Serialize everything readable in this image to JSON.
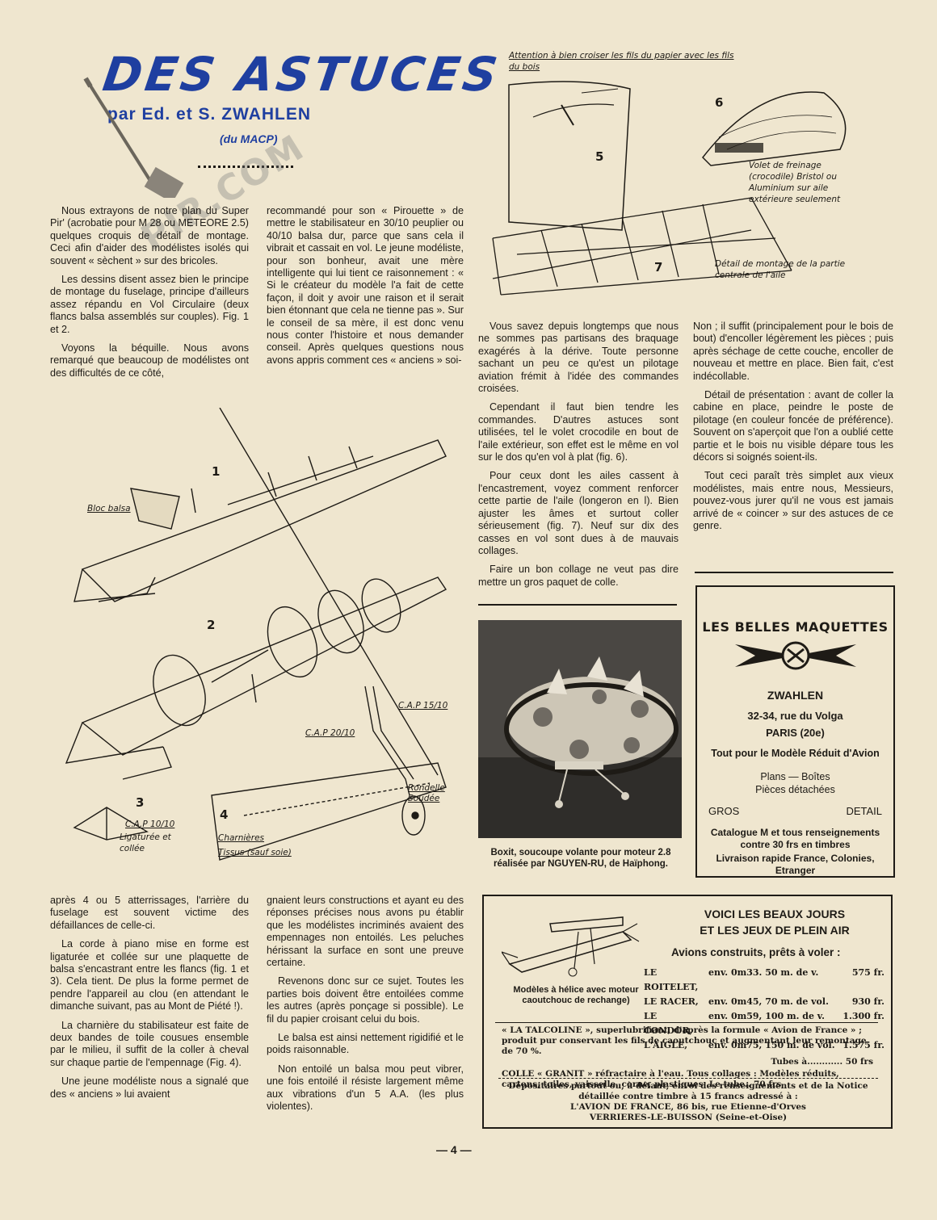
{
  "article": {
    "title": "DES ASTUCES",
    "byline": "par Ed. et S. ZWAHLEN",
    "affiliation": "(du MACP)"
  },
  "col1_top": [
    "Nous extrayons de notre plan du Super Pir' (acrobatie pour M 28 ou METEORE 2.5) quelques croquis de détail de montage. Ceci afin d'aider des modélistes isolés qui souvent « sèchent » sur des bricoles.",
    "Les dessins disent assez bien le principe de montage du fuselage, principe d'ailleurs assez répandu en Vol Circulaire (deux flancs balsa assemblés sur couples). Fig. 1 et 2.",
    "Voyons la béquille. Nous avons remarqué que beaucoup de modélistes ont des difficultés de ce côté,"
  ],
  "col2_top": [
    "recommandé pour son « Pirouette » de mettre le stabilisateur en 30/10 peuplier ou 40/10 balsa dur, parce que sans cela il vibrait et cassait en vol. Le jeune modéliste, pour son bonheur, avait une mère intelligente qui lui tient ce raisonnement : « Si le créateur du modèle l'a fait de cette façon, il doit y avoir une raison et il serait bien étonnant que cela ne tienne pas ». Sur le conseil de sa mère, il est donc venu nous conter l'histoire et nous demander conseil. Après quelques questions nous avons appris comment ces « anciens » soi-"
  ],
  "col3": [
    "Vous savez depuis longtemps que nous ne sommes pas partisans des braquage exagérés à la dérive. Toute personne sachant un peu ce qu'est un pilotage aviation frémit à l'idée des commandes croisées.",
    "Cependant il faut bien tendre les commandes. D'autres astuces sont utilisées, tel le volet crocodile en bout de l'aile extérieur, son effet est le même en vol sur le dos qu'en vol à plat (fig. 6).",
    "Pour ceux dont les ailes cassent à l'encastrement, voyez comment renforcer cette partie de l'aile (longeron en l). Bien ajuster les âmes et surtout coller sérieusement (fig. 7). Neuf sur dix des casses en vol sont dues à de mauvais collages.",
    "Faire un bon collage ne veut pas dire mettre un gros paquet de colle."
  ],
  "col4": [
    "Non ; il suffit (principalement pour le bois de bout) d'encoller légèrement les pièces ; puis après séchage de cette couche, encoller de nouveau et mettre en place. Bien fait, c'est indécollable.",
    "Détail de présentation : avant de coller la cabine en place, peindre le poste de pilotage (en couleur foncée de préférence). Souvent on s'aperçoit que l'on a oublié cette partie et le bois nu visible dépare tous les décors si soignés soient-ils.",
    "Tout ceci paraît très simplet aux vieux modélistes, mais entre nous, Messieurs, pouvez-vous jurer qu'il ne vous est jamais arrivé de « coincer » sur des astuces de ce genre."
  ],
  "col1_bottom": [
    "après 4 ou 5 atterrissages, l'arrière du fuselage est souvent victime des défaillances de celle-ci.",
    "La corde à piano mise en forme est ligaturée et collée sur une plaquette de balsa s'encastrant entre les flancs (fig. 1 et 3). Cela tient. De plus la forme permet de pendre l'appareil au clou (en attendant le dimanche suivant, pas au Mont de Piété !).",
    "La charnière du stabilisateur est faite de deux bandes de toile cousues ensemble par le milieu, il suffit de la coller à cheval sur chaque partie de l'empennage (Fig. 4).",
    "Une jeune modéliste nous a signalé que des « anciens » lui avaient"
  ],
  "col2_bottom": [
    "gnaient leurs constructions et ayant eu des réponses précises nous avons pu établir que les modélistes incriminés avaient des empennages non entoilés. Les peluches hérissant la surface en sont une preuve certaine.",
    "Revenons donc sur ce sujet. Toutes les parties bois doivent être entoilées comme les autres (après ponçage si possible). Le fil du papier croisant celui du bois.",
    "Le balsa est ainsi nettement rigidifié et le poids raisonnable.",
    "Non entoilé un balsa mou peut vibrer, une fois entoilé il résiste largement même aux vibrations d'un 5 A.A. (les plus violentes)."
  ],
  "figures": {
    "note_top": "Attention à bien croiser les fils du papier avec les fils du bois",
    "fig5": "5",
    "fig6": "6",
    "fig7": "7",
    "volet": "Volet de freinage (crocodile) Bristol ou Aluminium sur aile extérieure seulement",
    "detail": "Détail de montage de la partie centrale de l'aile",
    "fig1": "1",
    "fig2": "2",
    "fig3": "3",
    "fig4": "4",
    "bloc": "Bloc balsa",
    "cap15": "C.A.P 15/10",
    "cap20": "C.A.P 20/10",
    "rondelle": "Rondelle Soudée",
    "cap10": "C.A.P 10/10",
    "ligaturee": "Ligaturée et collée",
    "charnieres": "Charnières",
    "tissus": "Tissus (sauf soie)"
  },
  "photo": {
    "caption": "Boxit, soucoupe volante pour moteur 2.8 réalisée par NGUYEN-RU, de Haïphong."
  },
  "ad1": {
    "brand": "LES BELLES MAQUETTES",
    "name": "ZWAHLEN",
    "address": "32-34, rue du Volga",
    "city": "PARIS (20e)",
    "tagline": "Tout pour le Modèle Réduit d'Avion",
    "line1": "Plans — Boîtes",
    "line2": "Pièces détachées",
    "gros": "GROS",
    "detail": "DETAIL",
    "catalogue": "Catalogue M et tous renseignements contre 30 frs en timbres",
    "livraison": "Livraison rapide France, Colonies, Etranger"
  },
  "ad2": {
    "headline1": "VOICI LES BEAUX JOURS",
    "headline2": "ET LES JEUX DE PLEIN AIR",
    "subhead": "Avions construits, prêts à voler :",
    "models": [
      {
        "name": "LE ROITELET,",
        "spec": "env. 0m33. 50 m. de v.",
        "price": "575 fr."
      },
      {
        "name": "LE RACER,",
        "spec": "env. 0m45, 70 m. de vol.",
        "price": "930 fr."
      },
      {
        "name": "LE CONDOR,",
        "spec": "env. 0m59, 100 m. de v.",
        "price": "1.300 fr."
      },
      {
        "name": "L'AIGLE,",
        "spec": "env. 0m75, 150 m. de vol.",
        "price": "1.575 fr."
      }
    ],
    "plane_caption": "Modèles à hélice avec moteur caoutchouc de rechange)",
    "talcoline": "« LA TALCOLINE », superlubrifiant, d'après la formule « Avion de France » ; produit pur conservant les fils de caoutchouc et augmentant leur remontage de 70 %.",
    "talcoline_price": "Tubes à............ 50 frs",
    "colle": "COLLE « GRANIT » réfractaire à l'eau. Tous collages : Modèles réduits, cartons, toiles, vaisselle, corne, plastiques. Le tube.. 70 frs",
    "footer1": "Dépositaires partout ou, à défaut, envoi des renseignements et de la Notice détaillée contre timbre à 15 francs adressé à :",
    "footer2": "L'AVION DE FRANCE, 86 bis, rue Etienne-d'Orves",
    "footer3": "VERRIERES-LE-BUISSON (Seine-et-Oise)"
  },
  "watermark": "PIR.COM",
  "page_number": "— 4 —",
  "colors": {
    "title_blue": "#1f3fa0",
    "ink": "#1e1b16",
    "paper": "#efe6cf"
  }
}
